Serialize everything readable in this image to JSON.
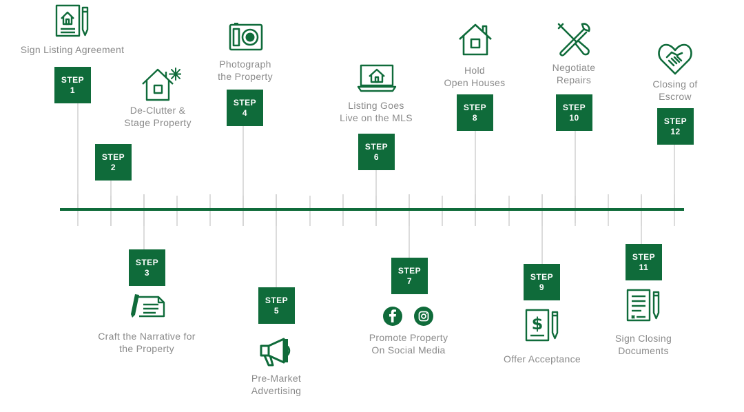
{
  "steps": [
    {
      "word": "STEP",
      "num": "1",
      "label": "Sign Listing Agreement",
      "icon": "contract-house-icon"
    },
    {
      "word": "STEP",
      "num": "2",
      "label": "De-Clutter &\nStage Property",
      "icon": "sparkling-house-icon"
    },
    {
      "word": "STEP",
      "num": "3",
      "label": "Craft the Narrative for\nthe Property",
      "icon": "pen-paper-icon"
    },
    {
      "word": "STEP",
      "num": "4",
      "label": "Photograph\nthe Property",
      "icon": "camera-icon"
    },
    {
      "word": "STEP",
      "num": "5",
      "label": "Pre-Market\nAdvertising",
      "icon": "megaphone-icon"
    },
    {
      "word": "STEP",
      "num": "6",
      "label": "Listing Goes\nLive on the MLS",
      "icon": "laptop-house-icon"
    },
    {
      "word": "STEP",
      "num": "7",
      "label": "Promote Property\nOn Social Media",
      "icon": "social-media-icons"
    },
    {
      "word": "STEP",
      "num": "8",
      "label": "Hold\nOpen Houses",
      "icon": "house-icon"
    },
    {
      "word": "STEP",
      "num": "9",
      "label": "Offer Acceptance",
      "icon": "dollar-document-icon"
    },
    {
      "word": "STEP",
      "num": "10",
      "label": "Negotiate\nRepairs",
      "icon": "tools-icon"
    },
    {
      "word": "STEP",
      "num": "11",
      "label": "Sign Closing\nDocuments",
      "icon": "signature-document-icon"
    },
    {
      "word": "STEP",
      "num": "12",
      "label": "Closing of\nEscrow",
      "icon": "handshake-heart-icon"
    }
  ],
  "colors": {
    "brand_green": "#0f6b3a",
    "label_gray": "#8a8a8a",
    "connector_gray": "#c4c4c4"
  }
}
